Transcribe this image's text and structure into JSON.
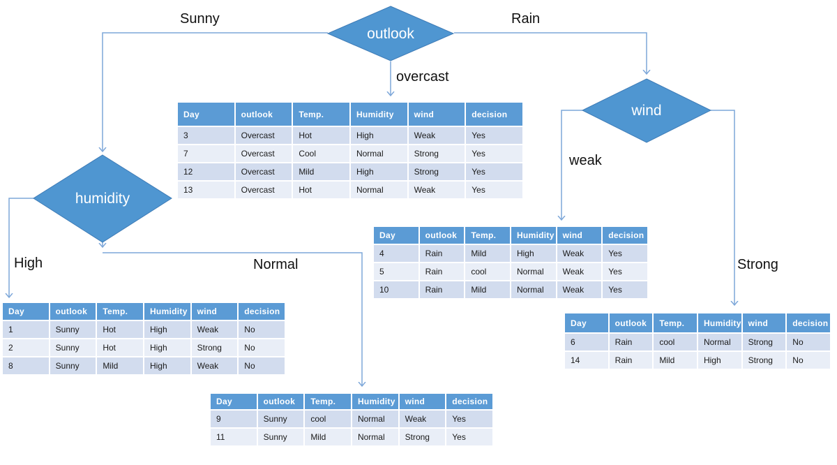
{
  "colors": {
    "diamond_fill": "#4f96d1",
    "diamond_stroke": "#3e7bb6",
    "connector": "#7da7d9",
    "header_bg": "#5b9bd5",
    "header_text": "#ffffff",
    "row_dark": "#d2dcee",
    "row_light": "#e9eef7",
    "label_text": "#111111"
  },
  "diamonds": [
    {
      "id": "outlook",
      "label": "outlook"
    },
    {
      "id": "humidity",
      "label": "humidity"
    },
    {
      "id": "wind",
      "label": "wind"
    }
  ],
  "branch_labels": [
    {
      "id": "sunny",
      "text": "Sunny"
    },
    {
      "id": "rain",
      "text": "Rain"
    },
    {
      "id": "overcast",
      "text": "overcast"
    },
    {
      "id": "weak",
      "text": "weak"
    },
    {
      "id": "high",
      "text": "High"
    },
    {
      "id": "normal",
      "text": "Normal"
    },
    {
      "id": "strong",
      "text": "Strong"
    }
  ],
  "table_headers": [
    "Day",
    "outlook",
    "Temp.",
    "Humidity",
    "wind",
    "decision"
  ],
  "tables": [
    {
      "id": "overcast",
      "rows": [
        [
          "3",
          "Overcast",
          "Hot",
          "High",
          "Weak",
          "Yes"
        ],
        [
          "7",
          "Overcast",
          "Cool",
          "Normal",
          "Strong",
          "Yes"
        ],
        [
          "12",
          "Overcast",
          "Mild",
          "High",
          "Strong",
          "Yes"
        ],
        [
          "13",
          "Overcast",
          "Hot",
          "Normal",
          "Weak",
          "Yes"
        ]
      ]
    },
    {
      "id": "rain-weak",
      "rows": [
        [
          "4",
          "Rain",
          "Mild",
          "High",
          "Weak",
          "Yes"
        ],
        [
          "5",
          "Rain",
          "cool",
          "Normal",
          "Weak",
          "Yes"
        ],
        [
          "10",
          "Rain",
          "Mild",
          "Normal",
          "Weak",
          "Yes"
        ]
      ]
    },
    {
      "id": "sunny-high",
      "rows": [
        [
          "1",
          "Sunny",
          "Hot",
          "High",
          "Weak",
          "No"
        ],
        [
          "2",
          "Sunny",
          "Hot",
          "High",
          "Strong",
          "No"
        ],
        [
          "8",
          "Sunny",
          "Mild",
          "High",
          "Weak",
          "No"
        ]
      ]
    },
    {
      "id": "rain-strong",
      "rows": [
        [
          "6",
          "Rain",
          "cool",
          "Normal",
          "Strong",
          "No"
        ],
        [
          "14",
          "Rain",
          "Mild",
          "High",
          "Strong",
          "No"
        ]
      ]
    },
    {
      "id": "sunny-normal",
      "rows": [
        [
          "9",
          "Sunny",
          "cool",
          "Normal",
          "Weak",
          "Yes"
        ],
        [
          "11",
          "Sunny",
          "Mild",
          "Normal",
          "Strong",
          "Yes"
        ]
      ]
    }
  ]
}
